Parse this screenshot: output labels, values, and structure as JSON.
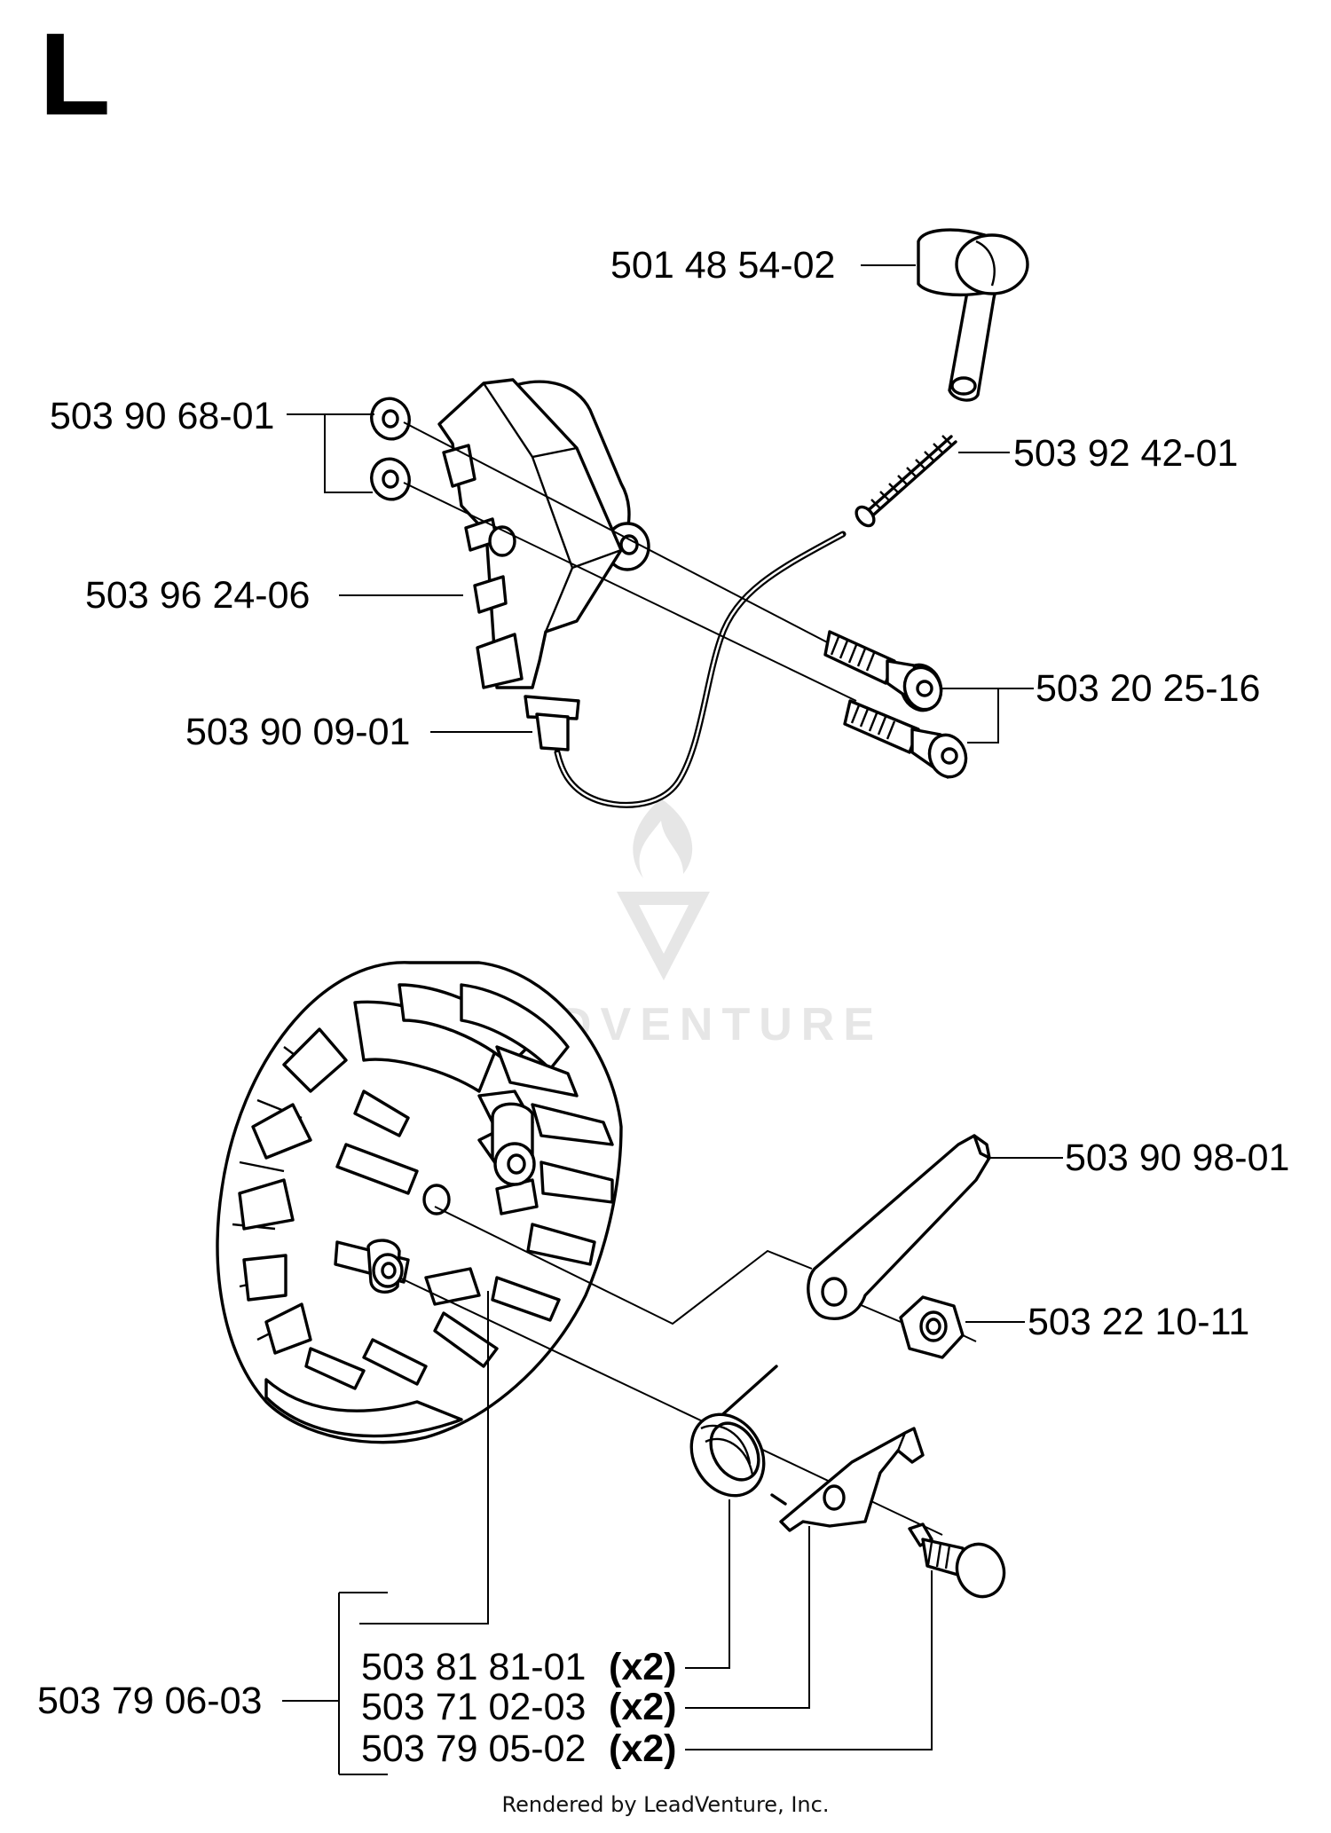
{
  "section_letter": "L",
  "watermark": {
    "text": "LEADVENTURE",
    "icon": "flame-v-logo-icon"
  },
  "footer": "Rendered by LeadVenture, Inc.",
  "parts": {
    "throttle_knob": "501 48 54-02",
    "washers": "503 90 68-01",
    "spring": "503 92 42-01",
    "ignition_module": "503 96 24-06",
    "screws": "503 20 25-16",
    "spark_plug_cap": "503 90 09-01",
    "lever": "503 90 98-01",
    "nut": "503 22 10-11",
    "flywheel": "503 79 06-03",
    "pawl_spring": {
      "number": "503 81 81-01",
      "qty": "(x2)"
    },
    "pawl": {
      "number": "503 71 02-03",
      "qty": "(x2)"
    },
    "pawl_pin": {
      "number": "503 79 05-02",
      "qty": "(x2)"
    }
  }
}
